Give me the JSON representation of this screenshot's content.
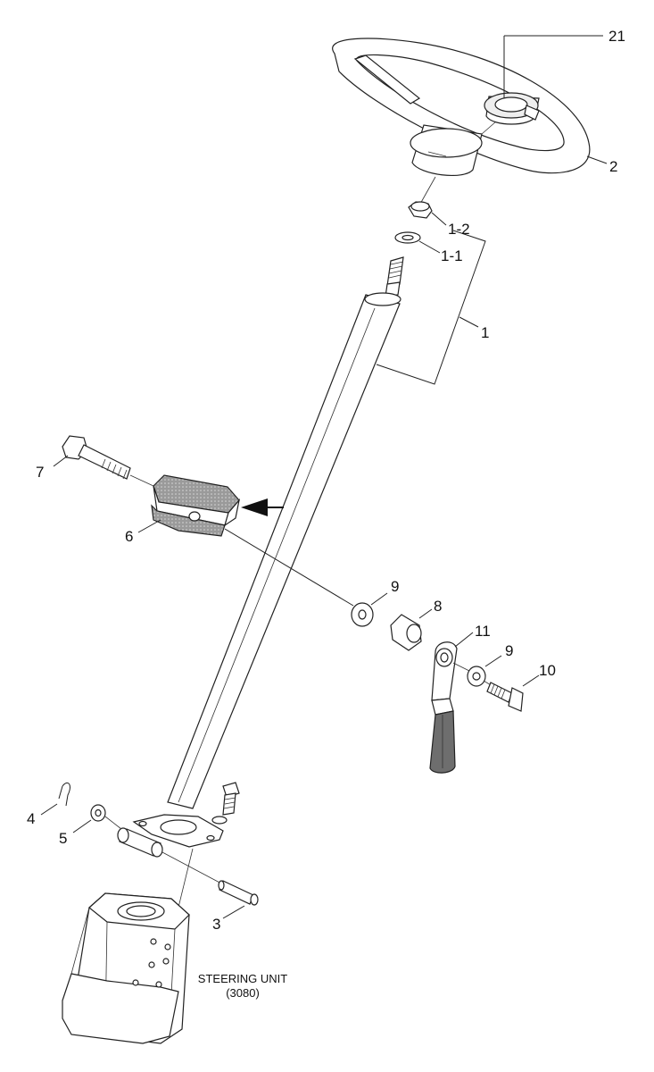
{
  "callouts": [
    {
      "id": "c21",
      "text": "21"
    },
    {
      "id": "c2",
      "text": "2"
    },
    {
      "id": "c1-2",
      "text": "1-2"
    },
    {
      "id": "c1-1",
      "text": "1-1"
    },
    {
      "id": "c1",
      "text": "1"
    },
    {
      "id": "c7",
      "text": "7"
    },
    {
      "id": "c6",
      "text": "6"
    },
    {
      "id": "c9a",
      "text": "9"
    },
    {
      "id": "c8",
      "text": "8"
    },
    {
      "id": "c11",
      "text": "11"
    },
    {
      "id": "c9b",
      "text": "9"
    },
    {
      "id": "c10",
      "text": "10"
    },
    {
      "id": "c4",
      "text": "4"
    },
    {
      "id": "c5",
      "text": "5"
    },
    {
      "id": "c3",
      "text": "3"
    }
  ],
  "caption": {
    "line1": "STEERING UNIT",
    "line2": "(3080)"
  },
  "colors": {
    "ink": "#222222",
    "hatch": "#8a8a8a"
  }
}
